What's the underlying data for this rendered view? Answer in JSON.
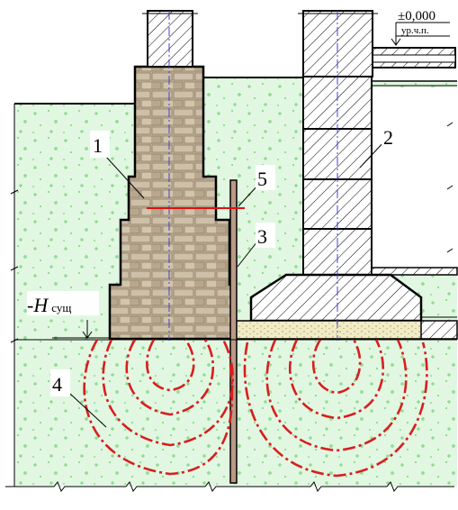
{
  "labels": {
    "l1": "1",
    "l2": "2",
    "l3": "3",
    "l4": "4",
    "l5": "5"
  },
  "level_mark": {
    "value": "±0,000",
    "caption": "ур.ч.п."
  },
  "depth_mark": {
    "prefix": "-",
    "symbol": "H",
    "subscript": "сущ"
  },
  "colors": {
    "soil": "#e1f7e1",
    "soil_dots": "#5ec85e",
    "stone": "#c2b29a",
    "stone_joint": "#8f7e66",
    "sand": "#f1ecc6",
    "stress_line": "#d81e1e",
    "cut_line": "#e01010",
    "axis_line": "#4040d0",
    "sheet_pile": "#b99a85"
  }
}
